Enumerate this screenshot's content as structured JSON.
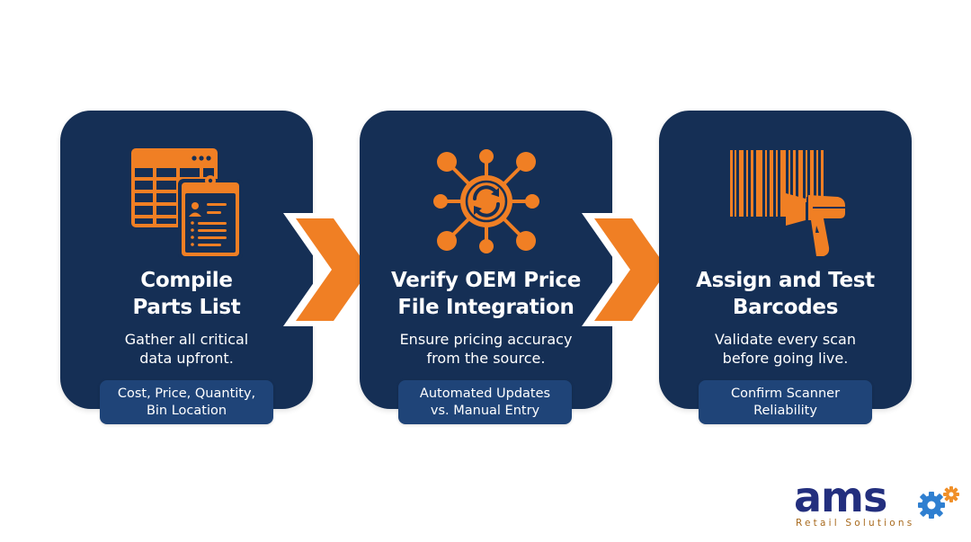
{
  "steps": [
    {
      "icon": "spreadsheet-clipboard-icon",
      "title_line1": "Compile",
      "title_line2": "Parts List",
      "desc_line1": "Gather all critical",
      "desc_line2": "data upfront.",
      "badge_line1": "Cost, Price, Quantity,",
      "badge_line2": "Bin Location"
    },
    {
      "icon": "sync-network-icon",
      "title_line1": "Verify OEM Price",
      "title_line2": "File Integration",
      "desc_line1": "Ensure pricing accuracy",
      "desc_line2": "from the source.",
      "badge_line1": "Automated Updates",
      "badge_line2": "vs. Manual Entry"
    },
    {
      "icon": "barcode-scanner-icon",
      "title_line1": "Assign and Test",
      "title_line2": "Barcodes",
      "desc_line1": "Validate every scan",
      "desc_line2": "before going live.",
      "badge_line1": "Confirm Scanner",
      "badge_line2": "Reliability"
    }
  ],
  "logo": {
    "wordmark": "ams",
    "tagline": "Retail Solutions"
  },
  "colors": {
    "card_bg": "#152f55",
    "badge_bg": "#1f4478",
    "accent_orange": "#f07f24",
    "logo_blue": "#232f7e",
    "logo_tagline": "#a86a1e"
  }
}
